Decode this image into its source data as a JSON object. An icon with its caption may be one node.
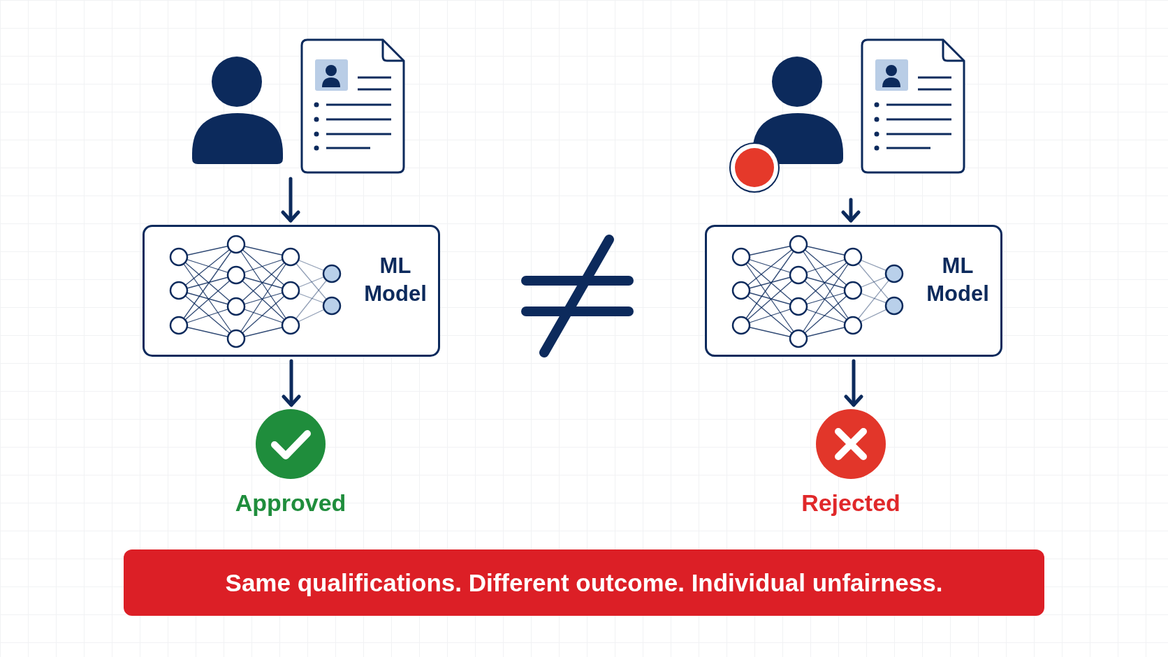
{
  "diagram": {
    "nodes": [
      {
        "text": [],
        "shape": "picture"
      },
      {
        "text": [
          "ML Model"
        ]
      },
      {
        "text": [
          "Approved"
        ]
      },
      {
        "text": [],
        "shape": "picture"
      },
      {
        "text": [
          "ML Model"
        ]
      },
      {
        "text": [
          "Rejected"
        ]
      },
      {
        "text": [
          "Same qualifications. Different outcome. Individual unfairness."
        ]
      }
    ],
    "edges": [
      {
        "from": 0,
        "to": 1,
        "arrow": "to"
      },
      {
        "from": 1,
        "to": 2,
        "arrow": "to"
      },
      {
        "from": 3,
        "to": 4,
        "arrow": "to"
      },
      {
        "from": 4,
        "to": 5,
        "arrow": "to"
      }
    ]
  }
}
